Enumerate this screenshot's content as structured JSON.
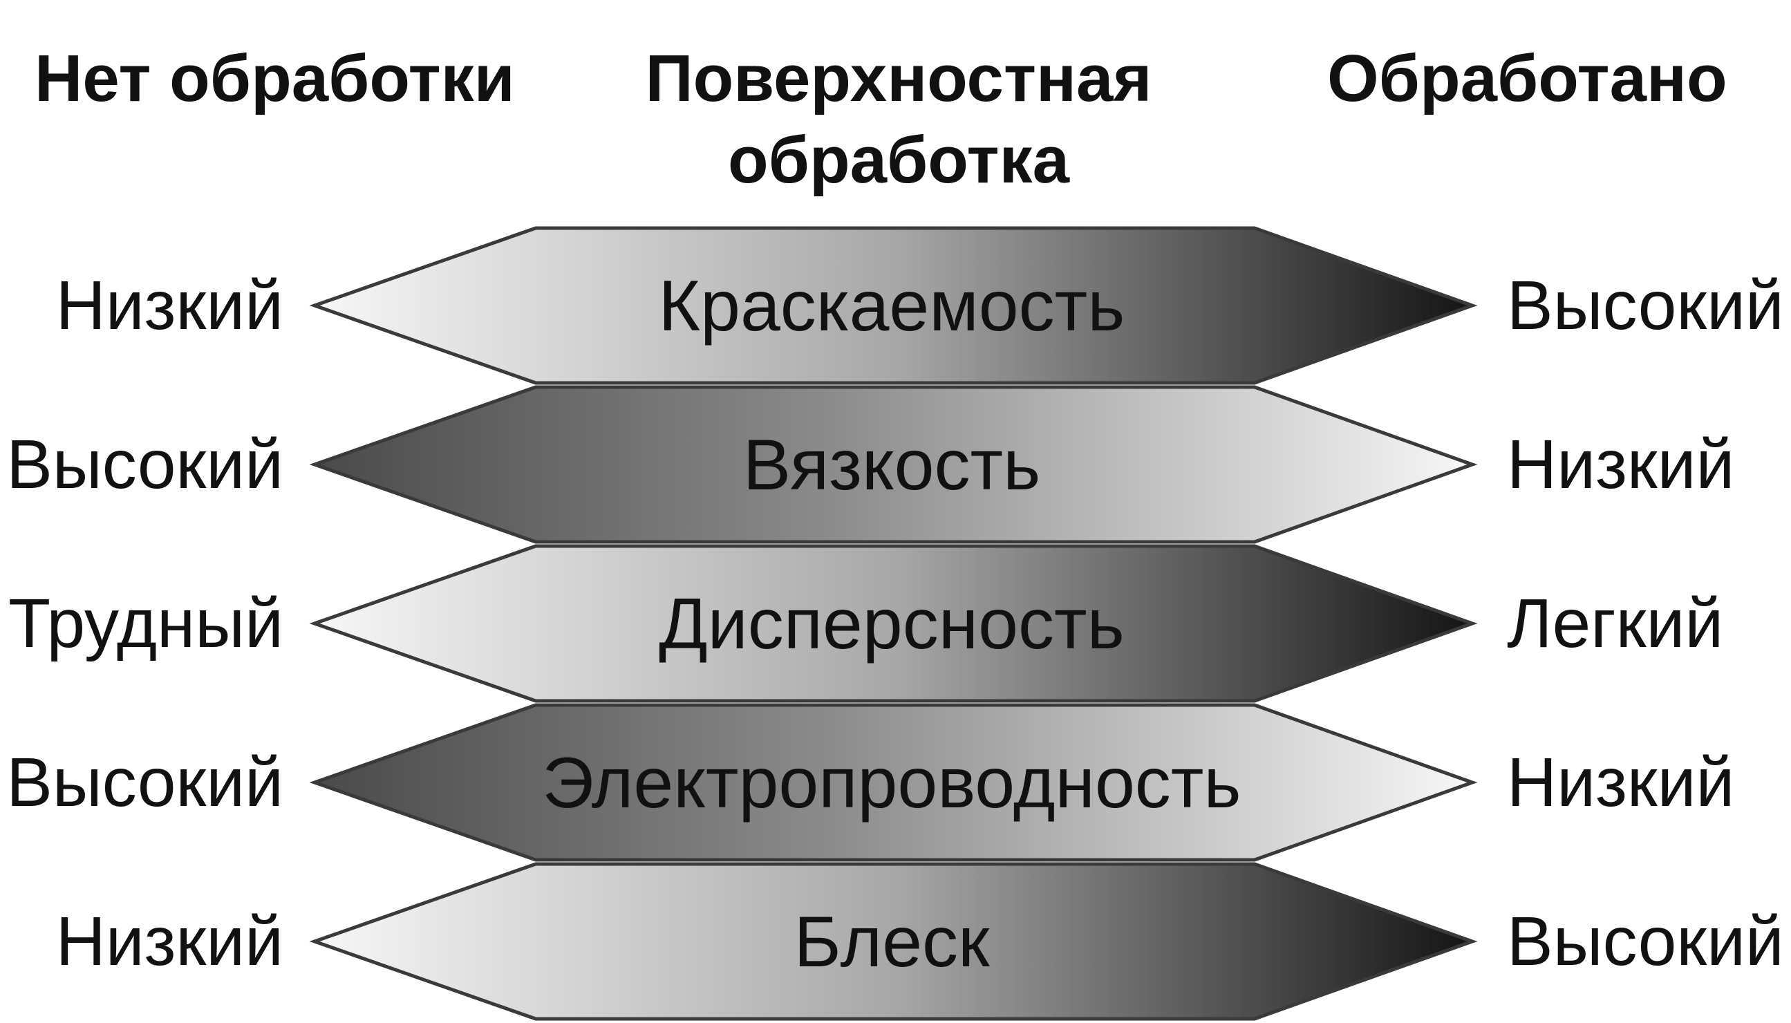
{
  "headers": {
    "left": "Нет обработки",
    "center_line1": "Поверхностная",
    "center_line2": "обработка",
    "right": "Обработано"
  },
  "rows": [
    {
      "property": "Краскаемость",
      "untreated": "Низкий",
      "treated": "Высокий",
      "gradient": "light-to-dark"
    },
    {
      "property": "Вязкость",
      "untreated": "Высокий",
      "treated": "Низкий",
      "gradient": "dark-to-light"
    },
    {
      "property": "Дисперсность",
      "untreated": "Трудный",
      "treated": "Легкий",
      "gradient": "light-to-dark"
    },
    {
      "property": "Электропроводность",
      "untreated": "Высокий",
      "treated": "Низкий",
      "gradient": "dark-to-light"
    },
    {
      "property": "Блеск",
      "untreated": "Низкий",
      "treated": "Высокий",
      "gradient": "light-to-dark"
    }
  ],
  "colors": {
    "light": "#f7f7f7",
    "mid": "#a8a8a8",
    "dark": "#141414",
    "outline": "#3a3a3a"
  }
}
